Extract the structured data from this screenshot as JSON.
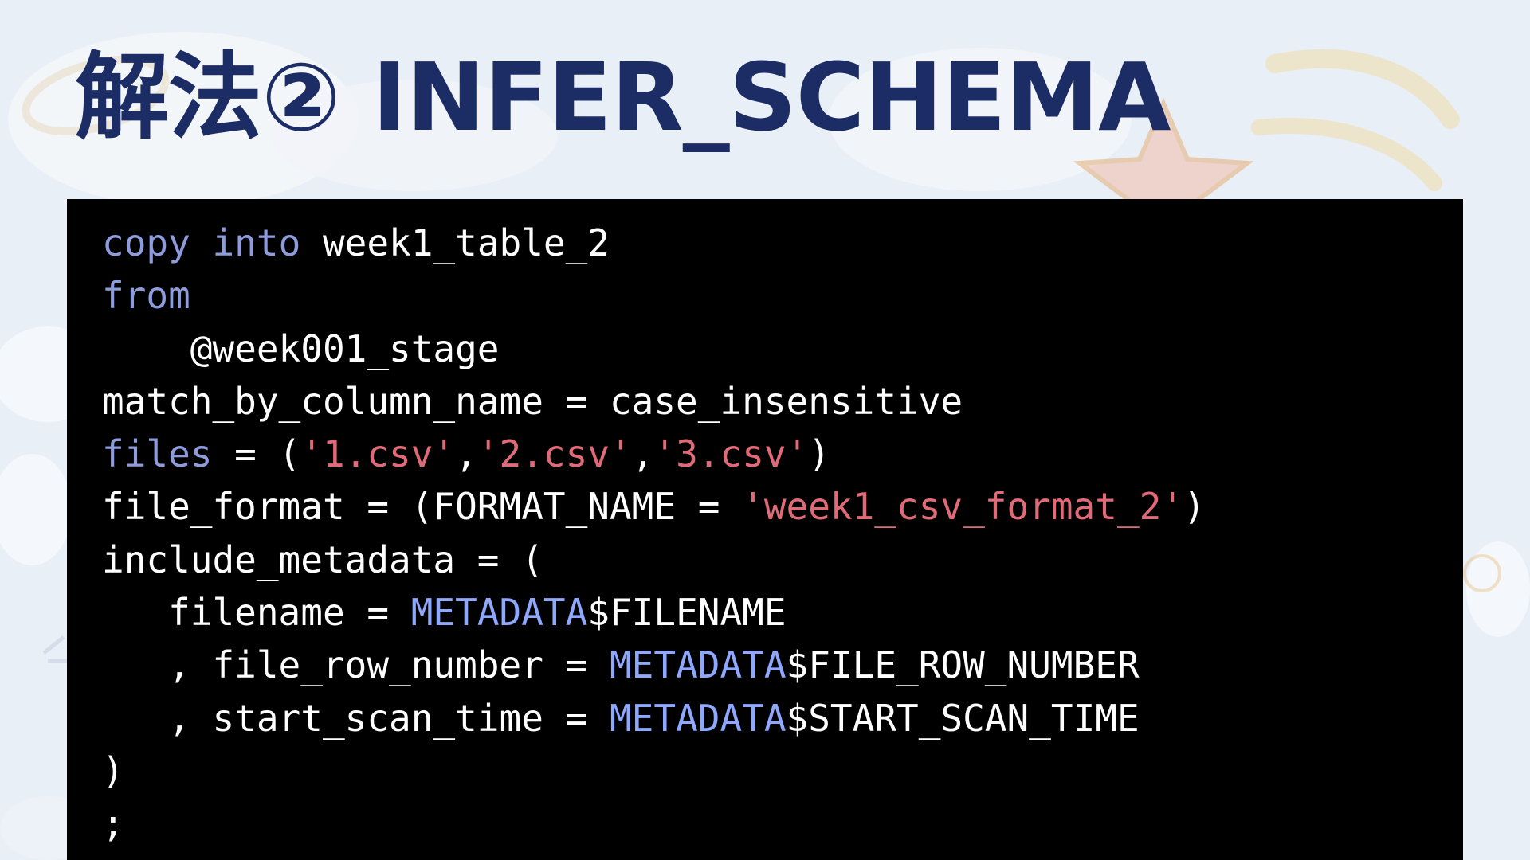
{
  "slide": {
    "title": "解法② INFER_SCHEMA"
  },
  "code": {
    "lines": [
      [
        {
          "t": "copy",
          "c": "kw"
        },
        {
          "t": " ",
          "c": ""
        },
        {
          "t": "into",
          "c": "kw"
        },
        {
          "t": " week1_table_2",
          "c": ""
        }
      ],
      [
        {
          "t": "from",
          "c": "kw"
        }
      ],
      [
        {
          "t": "    @week001_stage",
          "c": ""
        }
      ],
      [
        {
          "t": "match_by_column_name = case_insensitive",
          "c": ""
        }
      ],
      [
        {
          "t": "files",
          "c": "kw"
        },
        {
          "t": " = (",
          "c": ""
        },
        {
          "t": "'1.csv'",
          "c": "str"
        },
        {
          "t": ",",
          "c": ""
        },
        {
          "t": "'2.csv'",
          "c": "str"
        },
        {
          "t": ",",
          "c": ""
        },
        {
          "t": "'3.csv'",
          "c": "str"
        },
        {
          "t": ")",
          "c": ""
        }
      ],
      [
        {
          "t": "file_format = (FORMAT_NAME = ",
          "c": ""
        },
        {
          "t": "'week1_csv_format_2'",
          "c": "str"
        },
        {
          "t": ")",
          "c": ""
        }
      ],
      [
        {
          "t": "include_metadata = (",
          "c": ""
        }
      ],
      [
        {
          "t": "   filename = ",
          "c": ""
        },
        {
          "t": "METADATA",
          "c": "meta"
        },
        {
          "t": "$FILENAME",
          "c": ""
        }
      ],
      [
        {
          "t": "   , file_row_number = ",
          "c": ""
        },
        {
          "t": "METADATA",
          "c": "meta"
        },
        {
          "t": "$FILE_ROW_NUMBER",
          "c": ""
        }
      ],
      [
        {
          "t": "   , start_scan_time = ",
          "c": ""
        },
        {
          "t": "METADATA",
          "c": "meta"
        },
        {
          "t": "$START_SCAN_TIME",
          "c": ""
        }
      ],
      [
        {
          "t": ")",
          "c": ""
        }
      ],
      [
        {
          "t": ";",
          "c": ""
        }
      ]
    ]
  },
  "colors": {
    "title": "#1c2c64",
    "code_background": "#000000",
    "keyword": "#8f9cdc",
    "string": "#e06a78",
    "metadata": "#8fa8ff",
    "default_text": "#ffffff"
  }
}
